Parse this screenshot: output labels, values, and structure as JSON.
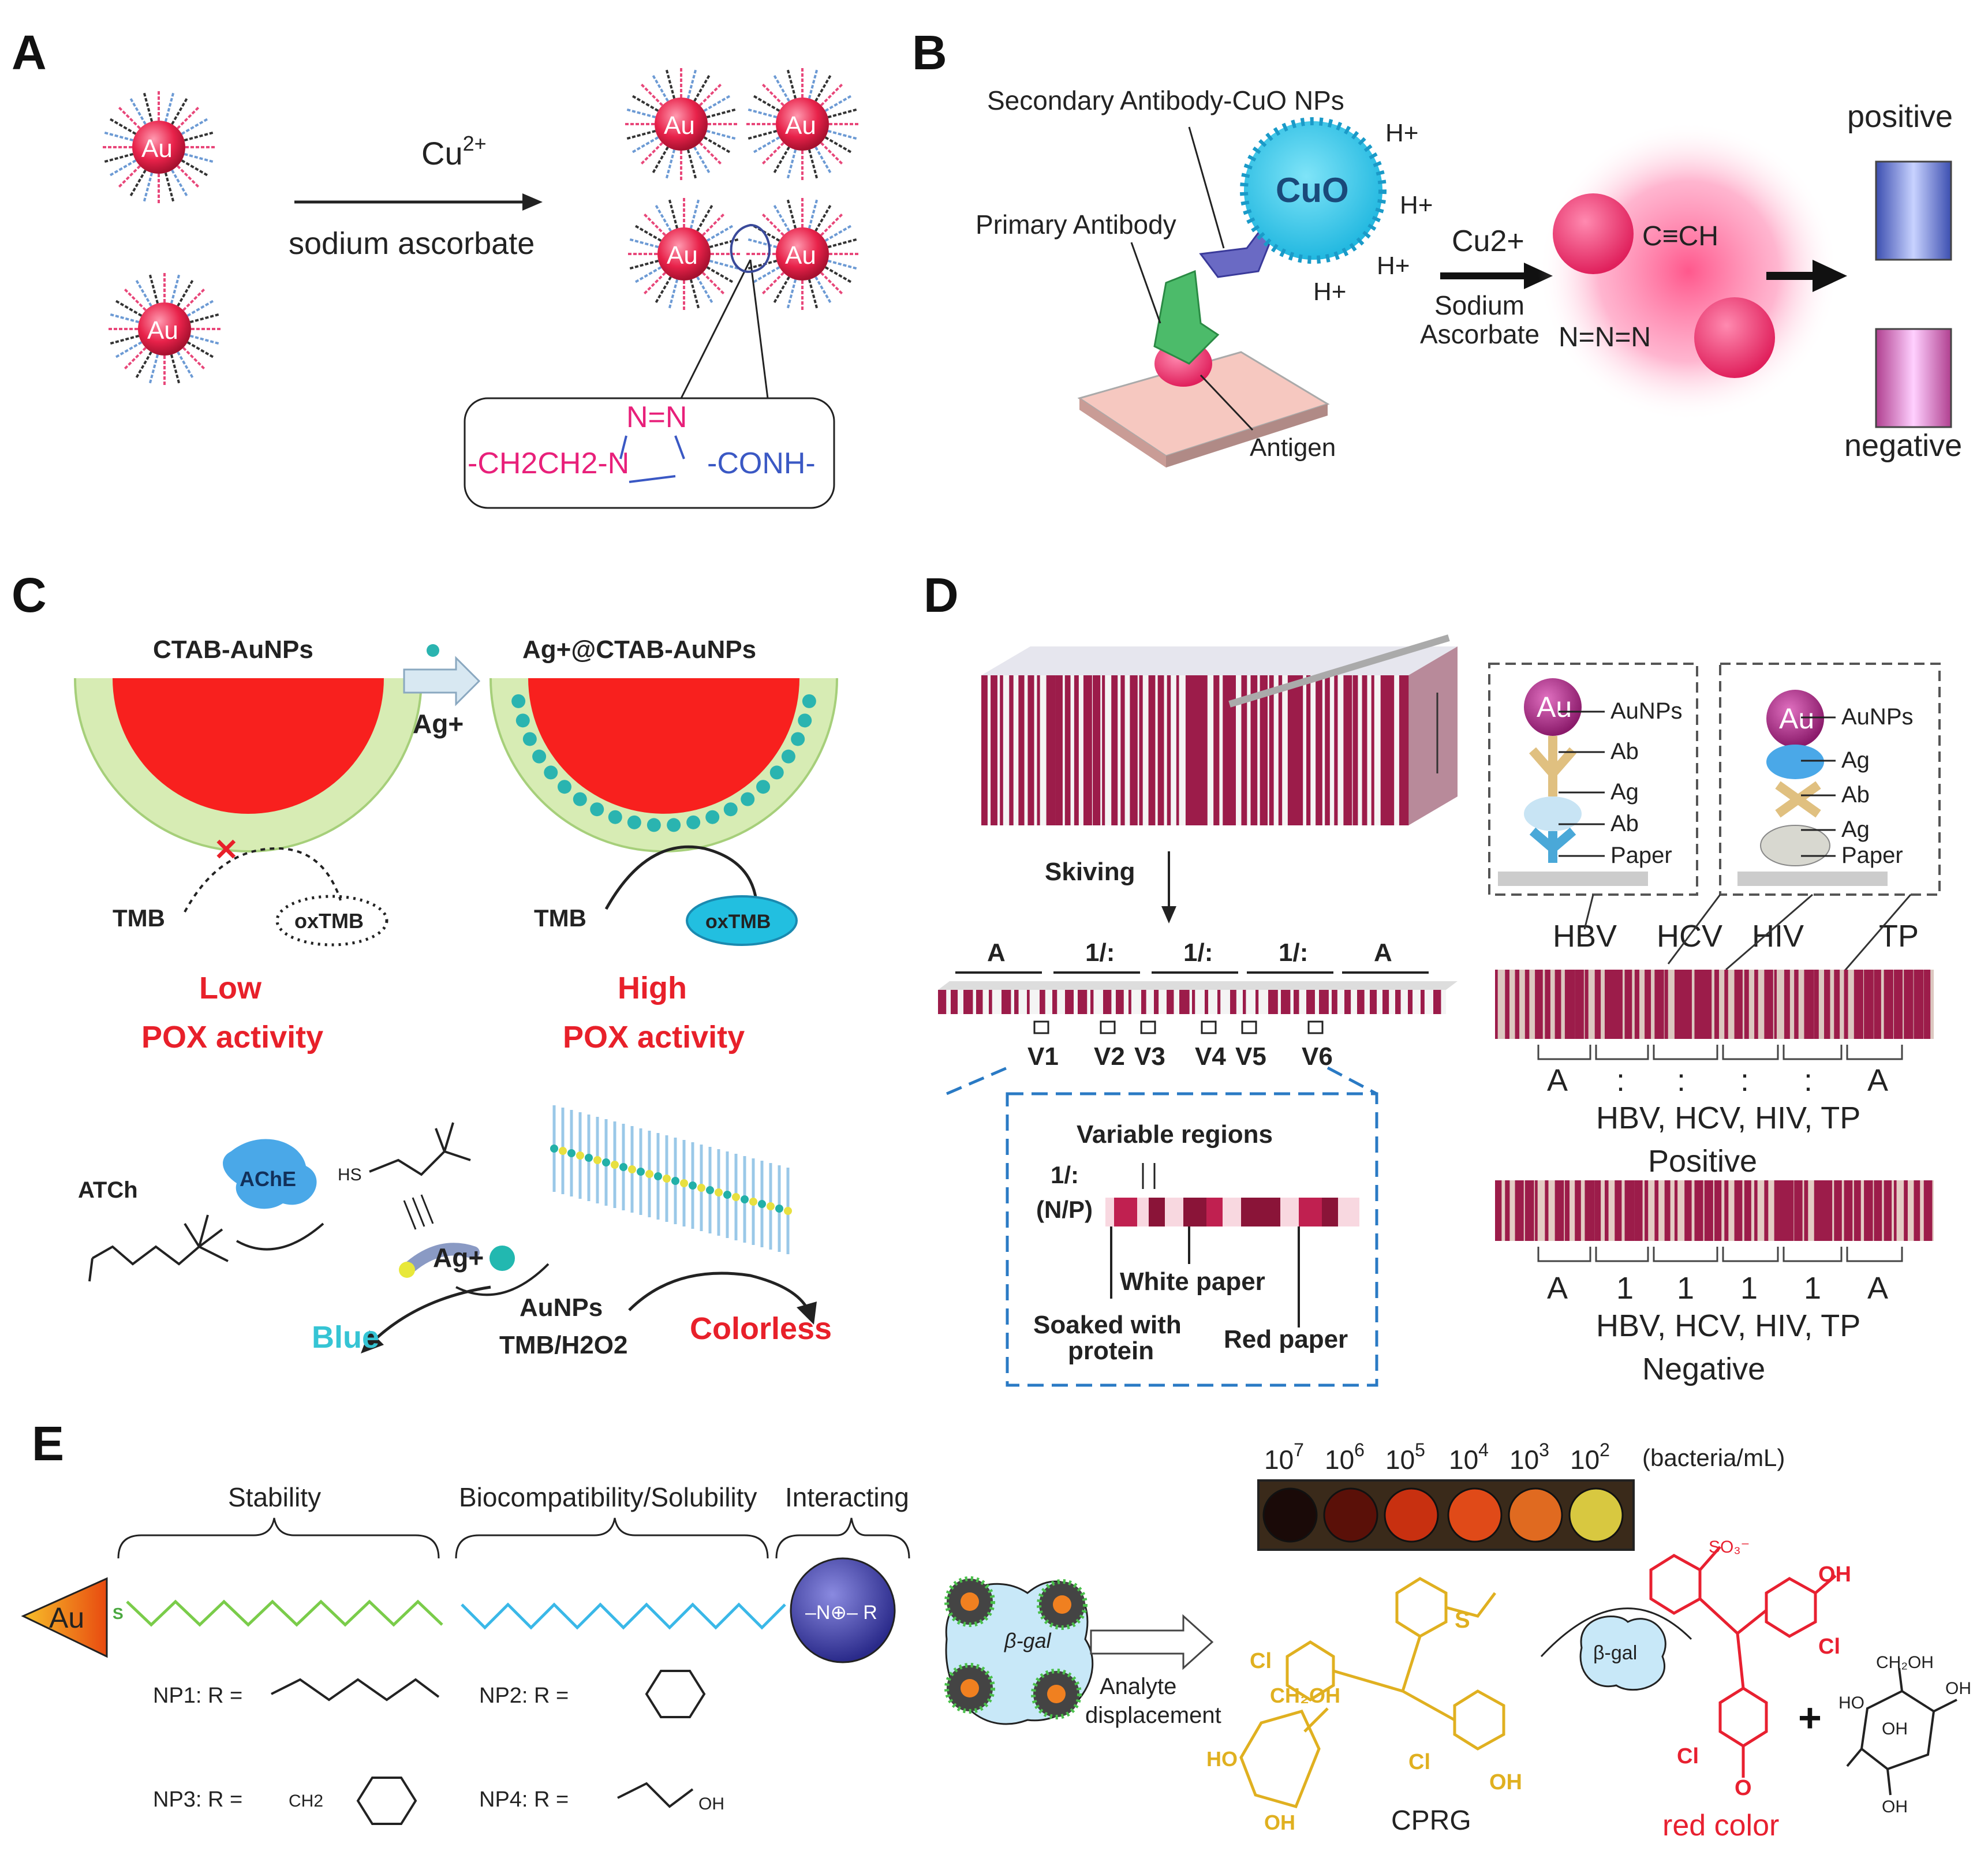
{
  "panel_labels": {
    "a": "A",
    "b": "B",
    "c": "C",
    "d": "D",
    "e": "E"
  },
  "panel_a": {
    "particle": "Au",
    "reagent": "Cu2+",
    "reagent_base": "Cu",
    "reagent_sup": "2+",
    "condition": "sodium ascorbate",
    "linker": {
      "triazole": "N=N",
      "left": "-CH2CH2-N",
      "right": "-CONH-"
    }
  },
  "panel_b": {
    "secondary": "Secondary Antibody-CuO NPs",
    "primary": "Primary Antibody",
    "antigen": "Antigen",
    "cuo": "CuO",
    "proton": "H+",
    "reagent": "Cu2+",
    "condition_1": "Sodium",
    "condition_2": "Ascorbate",
    "alkyne": "C≡CH",
    "azide": "N=N=N",
    "positive": "positive",
    "negative": "negative"
  },
  "panel_c": {
    "left_title": "CTAB-AuNPs",
    "right_title": "Ag+@CTAB-AuNPs",
    "arrow_label": "Ag+",
    "tmb": "TMB",
    "oxtmb": "oxTMB",
    "low_1": "Low",
    "low_2": "POX activity",
    "high_1": "High",
    "high_2": "POX activity",
    "atch": "ATCh",
    "ache": "AChE",
    "hs": "HS",
    "ag": "Ag+",
    "aunps": "AuNPs",
    "tmb_h2o2": "TMB/H2O2",
    "blue": "Blue",
    "colorless": "Colorless"
  },
  "panel_d": {
    "skiving": "Skiving",
    "segments": [
      "A",
      "1/:",
      "1/:",
      "1/:",
      "A"
    ],
    "variable": [
      "V1",
      "V2",
      "V3",
      "V4",
      "V5",
      "V6"
    ],
    "variable_regions": "Variable regions",
    "np_1": "1/:",
    "np_2": "(N/P)",
    "white_paper": "White paper",
    "soaked_1": "Soaked with",
    "soaked_2": "protein",
    "red_paper": "Red paper",
    "box1": [
      "AuNPs",
      "Ab",
      "Ag",
      "Ab",
      "Paper"
    ],
    "box2": [
      "AuNPs",
      "Ag",
      "Ab",
      "Ag",
      "Paper"
    ],
    "au": "Au",
    "diseases": [
      "HBV",
      "HCV",
      "HIV",
      "TP"
    ],
    "pos_code": [
      "A",
      ":",
      ":",
      ":",
      ":",
      "A"
    ],
    "neg_code": [
      "A",
      "1",
      "1",
      "1",
      "1",
      "A"
    ],
    "disease_line": "HBV, HCV, HIV, TP",
    "positive": "Positive",
    "negative": "Negative"
  },
  "panel_e": {
    "stability": "Stability",
    "biocompat": "Biocompatibility/Solubility",
    "interacting": "Interacting",
    "np1": "NP1: R =",
    "np2": "NP2: R =",
    "np3": "NP3: R =",
    "np4": "NP4: R =",
    "ch2": "CH2",
    "oh": "OH",
    "conc": [
      "10^7",
      "10^6",
      "10^5",
      "10^4",
      "10^3",
      "10^2"
    ],
    "conc_unit": "(bacteria/mL)",
    "bgal": "β-gal",
    "analyte_1": "Analyte",
    "analyte_2": "displacement",
    "cprg": "CPRG",
    "red_color": "red color"
  },
  "colors": {
    "au_particle": "#e8224a",
    "ligand_pink": "#e8477a",
    "ligand_blue": "#6c9ad4",
    "cuo": "#3cc8e8",
    "red": "#e8202a",
    "cyan": "#35c4d4",
    "barcode": "#9c1c4a"
  }
}
